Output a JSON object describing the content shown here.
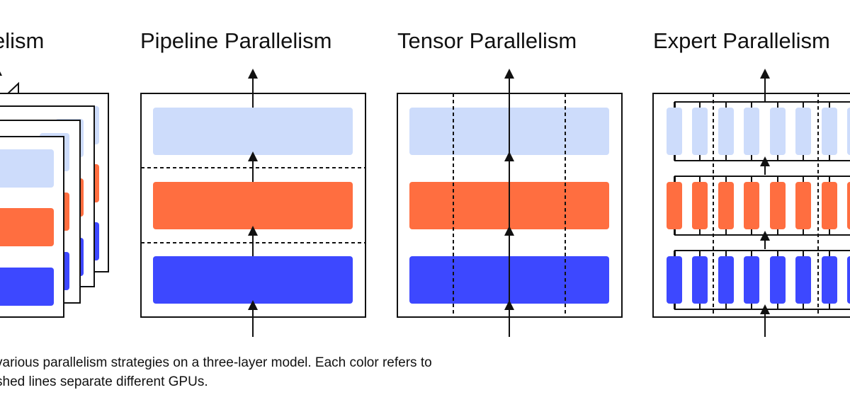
{
  "titles": {
    "data": "elism",
    "pipeline": "Pipeline Parallelism",
    "tensor": "Tensor Parallelism",
    "expert": "Expert Parallelism"
  },
  "caption": {
    "line1": "various parallelism strategies on a three-layer model. Each color refers to",
    "line2": "shed lines separate different GPUs."
  },
  "colors": {
    "layer_top": "#cddcfb",
    "layer_middle": "#ff6e40",
    "layer_bottom": "#3d48ff",
    "stroke": "#111111"
  }
}
